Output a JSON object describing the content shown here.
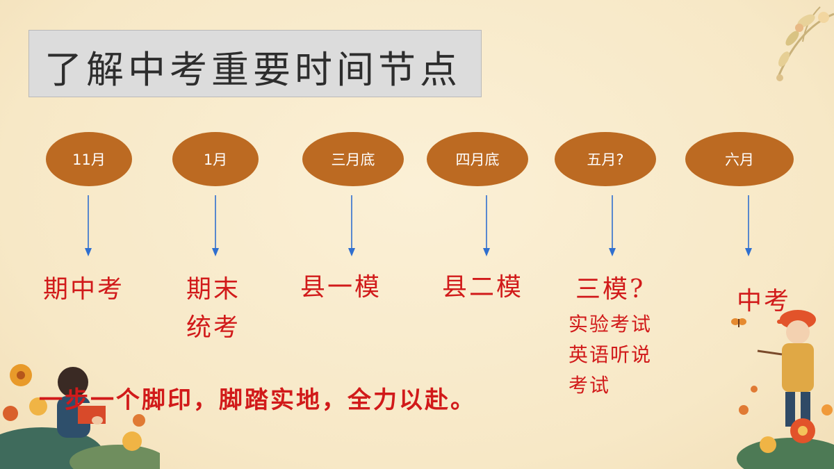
{
  "title": "了解中考重要时间节点",
  "timeline": [
    {
      "month": "11月",
      "event": [
        "期中考"
      ]
    },
    {
      "month": "1月",
      "event": [
        "期末",
        "统考"
      ]
    },
    {
      "month": "三月底",
      "event": [
        "县一模"
      ]
    },
    {
      "month": "四月底",
      "event": [
        "县二模"
      ]
    },
    {
      "month": "五月?",
      "event": [
        "三模?"
      ],
      "notes": [
        "实验考试",
        "英语听说",
        "考试"
      ]
    },
    {
      "month": "六月",
      "event": [
        "中考"
      ]
    }
  ],
  "motto": "一步一个脚印，脚踏实地，全力以赴。",
  "colors": {
    "background": "#f9eccd",
    "node_fill": "#bc6a22",
    "node_text": "#ffffff",
    "arrow": "#2f6fcf",
    "event_text": "#d11a1a",
    "title_box": "#dcdcdc"
  },
  "decorations": [
    "flower-branch-top-right",
    "reading-child-bottom-left",
    "child-with-paintbrush-bottom-right",
    "flowers-bottom-right",
    "butterfly-icon"
  ]
}
